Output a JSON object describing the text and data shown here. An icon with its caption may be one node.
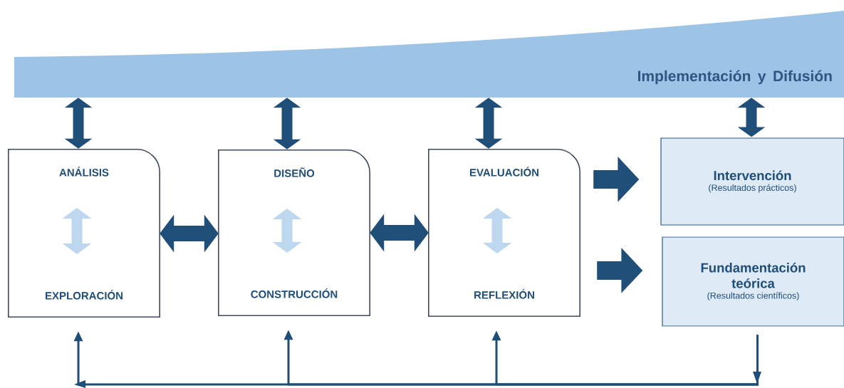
{
  "diagram": {
    "nodes": [
      {
        "text": [
          "Implementación y Difusión"
        ]
      },
      {
        "text": [
          "ANÁLISIS",
          "EXPLORACIÓN"
        ]
      },
      {
        "text": [
          "DISEÑO",
          "CONSTRUCCIÓN"
        ]
      },
      {
        "text": [
          "EVALUACIÓN",
          "REFLEXIÓN"
        ]
      },
      {
        "text": [
          "Intervención",
          "(Resultados prácticos)"
        ]
      },
      {
        "text": [
          "Fundamentación teórica",
          "(Resultados científicos)"
        ]
      }
    ],
    "edges": [
      {
        "from": 0,
        "to": 1,
        "arrow": "both"
      },
      {
        "from": 0,
        "to": 2,
        "arrow": "both"
      },
      {
        "from": 0,
        "to": 3,
        "arrow": "both"
      },
      {
        "from": 0,
        "to": 4,
        "arrow": "both"
      },
      {
        "from": 1,
        "to": 2,
        "arrow": "both"
      },
      {
        "from": 2,
        "to": 3,
        "arrow": "both"
      },
      {
        "from": 3,
        "to": 4,
        "arrow": "to"
      },
      {
        "from": 3,
        "to": 5,
        "arrow": "to"
      },
      {
        "from": 5,
        "to": 1,
        "arrow": "to"
      },
      {
        "from": 5,
        "to": 2,
        "arrow": "to"
      },
      {
        "from": 5,
        "to": 3,
        "arrow": "to"
      }
    ]
  }
}
